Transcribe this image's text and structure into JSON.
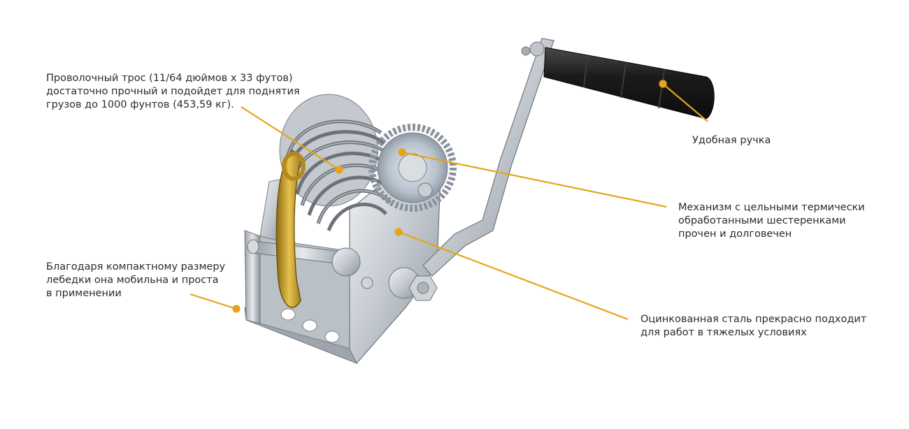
{
  "callouts": {
    "cable": "Проволочный трос (11/64 дюймов х 33 футов)\nдостаточно прочный и подойдет для поднятия\nгрузов до 1000 фунтов (453,59 кг).",
    "handle": "Удобная ручка",
    "gear": "Механизм с цельными термически\nобработанными шестеренками\nпрочен и долговечен",
    "compact": "Благодаря компактному размеру\nлебедки она мобильна и проста\nв применении",
    "steel": "Оцинкованная сталь прекрасно подходит\nдля работ в тяжелых условиях"
  },
  "colors": {
    "leader": "#e5a51b",
    "text": "#2b2b2b",
    "steel": "#c9ced3",
    "handle_grip": "#1c1c1c"
  }
}
